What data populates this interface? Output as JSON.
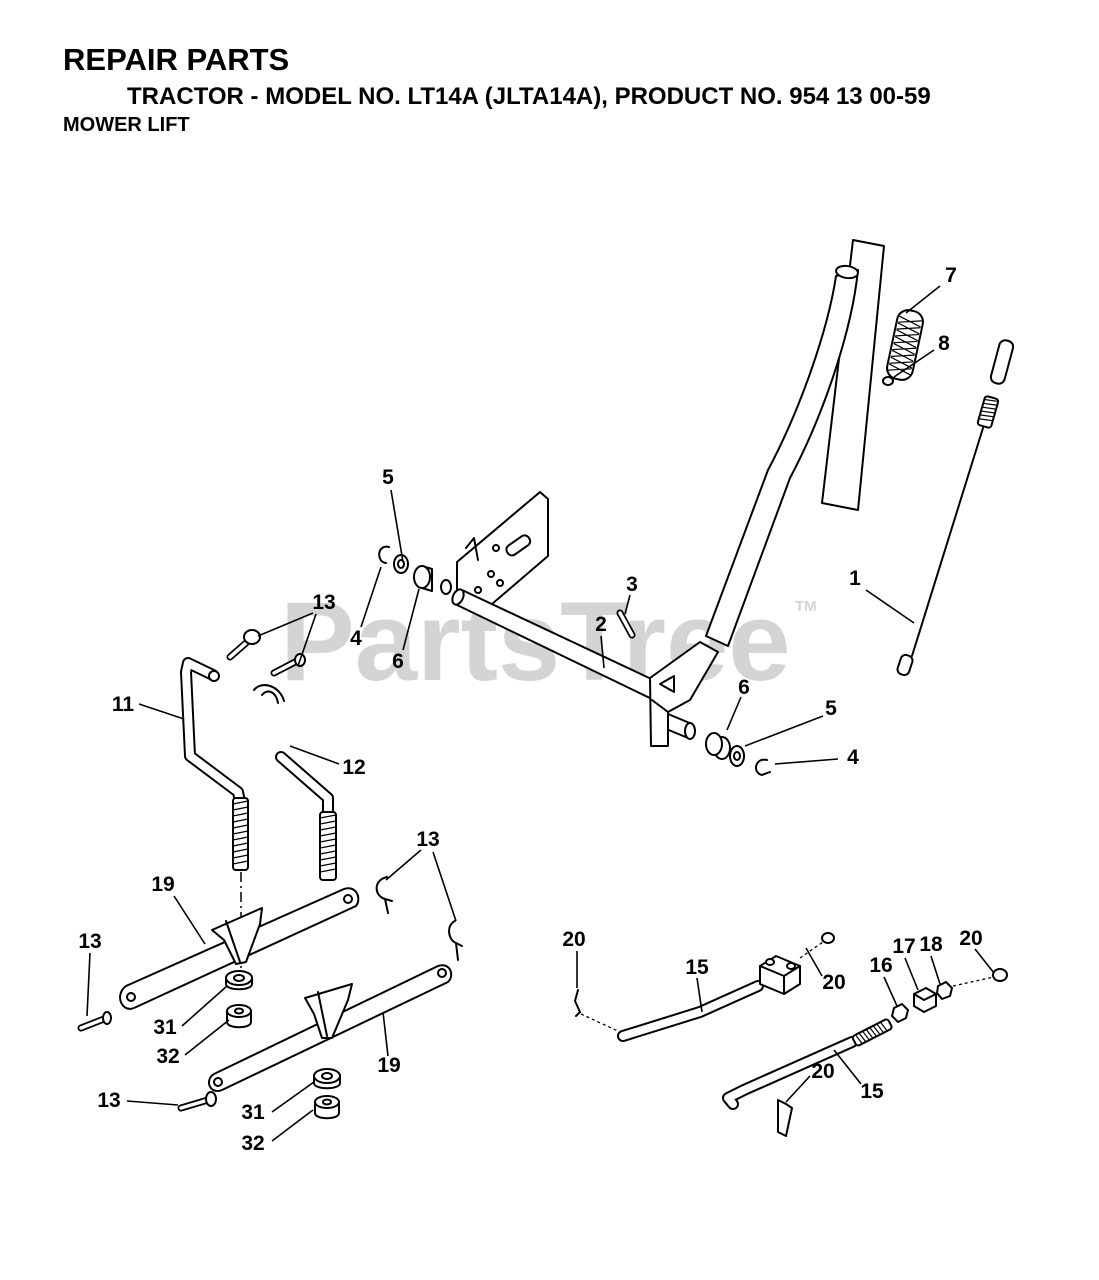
{
  "header": {
    "title": "REPAIR PARTS",
    "subtitle": "TRACTOR - MODEL NO. LT14A (JLTA14A), PRODUCT NO. 954 13 00-59",
    "section": "MOWER LIFT"
  },
  "callouts": [
    "7",
    "8",
    "5",
    "1",
    "3",
    "13",
    "2",
    "4",
    "6",
    "11",
    "6",
    "5",
    "12",
    "4",
    "13",
    "19",
    "13",
    "20",
    "15",
    "20",
    "18",
    "17",
    "16",
    "20",
    "31",
    "32",
    "19",
    "20",
    "15",
    "13",
    "31",
    "32"
  ],
  "watermark": {
    "text": "PartsTree",
    "mark": "TM"
  },
  "colors": {
    "ink": "#000000",
    "background": "#ffffff",
    "watermark": "#d4d4d4"
  }
}
